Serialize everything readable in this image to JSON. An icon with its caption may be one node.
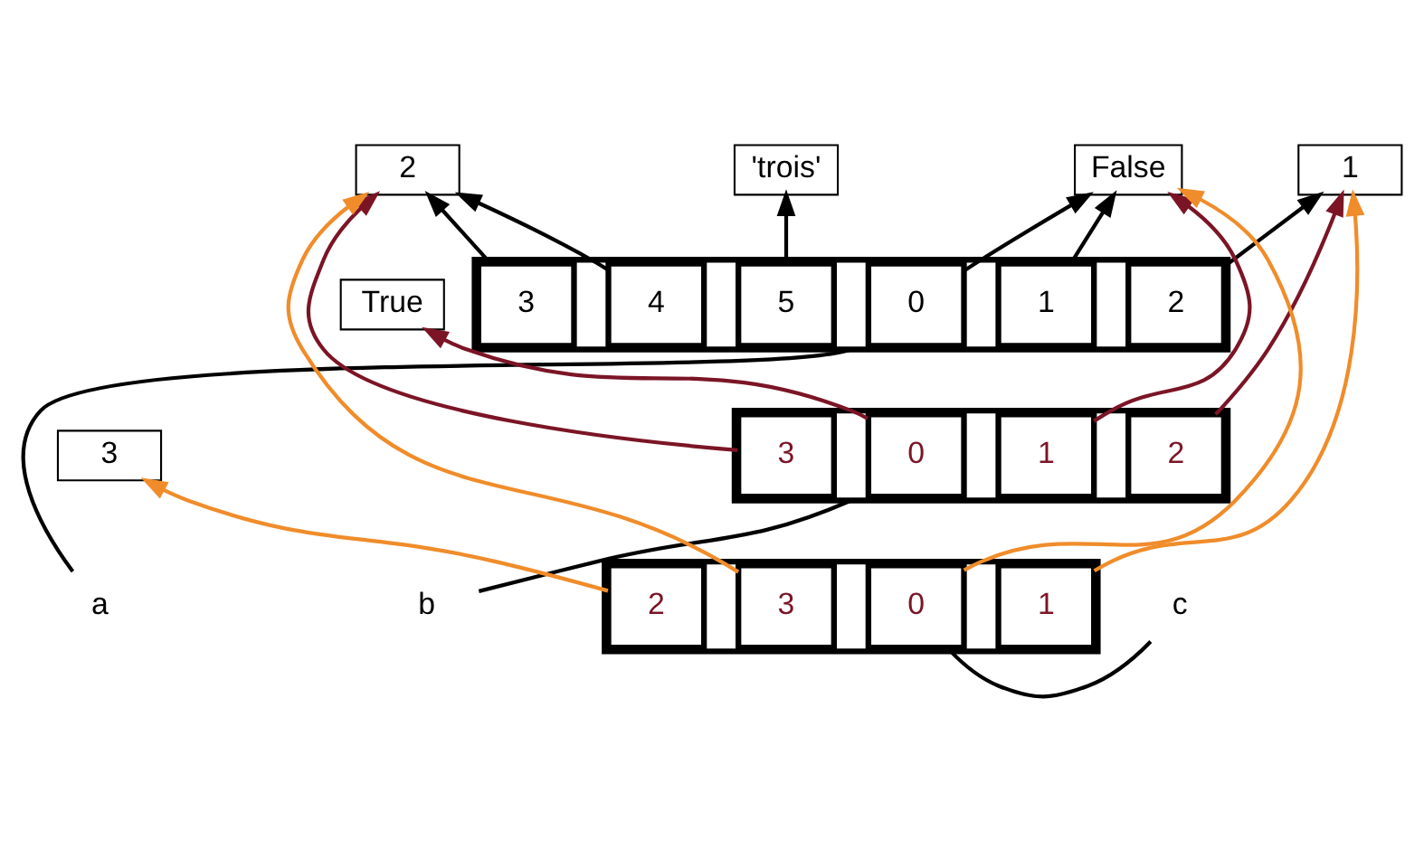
{
  "diagram": {
    "nodes": [
      {
        "text": [
          "False"
        ]
      },
      {
        "text": [
          "1"
        ]
      },
      {
        "text": [
          "2"
        ]
      },
      {
        "text": [
          "3"
        ]
      },
      {
        "text": [
          "'trois'"
        ]
      },
      {
        "text": [
          "a"
        ]
      },
      {
        "text": [],
        "shape": "box"
      },
      {
        "text": [
          "0"
        ],
        "in": 6
      },
      {
        "text": [
          "1"
        ],
        "in": 6
      },
      {
        "text": [
          "2"
        ],
        "in": 6
      },
      {
        "text": [
          "3"
        ],
        "in": 6
      },
      {
        "text": [
          "4"
        ],
        "in": 6
      },
      {
        "text": [
          "5"
        ],
        "in": 6
      },
      {
        "text": [
          "True"
        ]
      },
      {
        "text": [
          "b"
        ]
      },
      {
        "text": [],
        "shape": "box"
      },
      {
        "text": [
          "0"
        ],
        "in": 15
      },
      {
        "text": [
          "1"
        ],
        "in": 15
      },
      {
        "text": [
          "2"
        ],
        "in": 15
      },
      {
        "text": [
          "3"
        ],
        "in": 15
      },
      {
        "text": [
          "c"
        ]
      },
      {
        "text": [],
        "shape": "box"
      },
      {
        "text": [
          "0"
        ],
        "in": 21
      },
      {
        "text": [
          "1"
        ],
        "in": 21
      },
      {
        "text": [
          "2"
        ],
        "in": 21
      },
      {
        "text": [
          "3"
        ],
        "in": 21
      }
    ],
    "edges": [
      {
        "from": 5,
        "to": 6,
        "arrow": "none"
      },
      {
        "from": 7,
        "to": 0,
        "arrow": "to"
      },
      {
        "from": 8,
        "to": 0,
        "arrow": "to"
      },
      {
        "from": 9,
        "to": 1,
        "arrow": "to"
      },
      {
        "from": 10,
        "to": 2,
        "arrow": "to"
      },
      {
        "from": 11,
        "to": 2,
        "arrow": "to"
      },
      {
        "from": 12,
        "to": 4,
        "arrow": "to"
      },
      {
        "from": 14,
        "to": 15,
        "arrow": "none"
      },
      {
        "from": 16,
        "to": 13,
        "arrow": "to",
        "color": "#7b1526"
      },
      {
        "from": 17,
        "to": 0,
        "arrow": "to",
        "color": "#7b1526"
      },
      {
        "from": 18,
        "to": 1,
        "arrow": "to",
        "color": "#7b1526"
      },
      {
        "from": 19,
        "to": 2,
        "arrow": "to",
        "color": "#7b1526"
      },
      {
        "from": 20,
        "to": 21,
        "arrow": "none"
      },
      {
        "from": 22,
        "to": 0,
        "arrow": "to",
        "color": "#f08c2a"
      },
      {
        "from": 23,
        "to": 1,
        "arrow": "to",
        "color": "#f08c2a"
      },
      {
        "from": 24,
        "to": 3,
        "arrow": "to",
        "color": "#f08c2a"
      },
      {
        "from": 25,
        "to": 2,
        "arrow": "to",
        "color": "#f08c2a"
      }
    ]
  }
}
